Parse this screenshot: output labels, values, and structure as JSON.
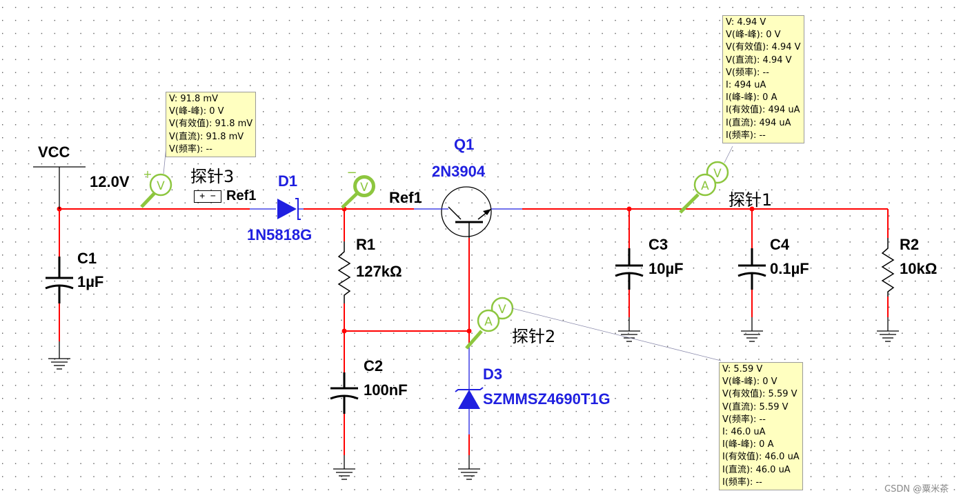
{
  "labels": {
    "vcc_name": "VCC",
    "vcc_value": "12.0V",
    "c1_name": "C1",
    "c1_value": "1µF",
    "probe3_name": "探针3",
    "probe3_ref": "Ref1",
    "d1_name": "D1",
    "d1_model": "1N5818G",
    "r1_name": "R1",
    "r1_value": "127kΩ",
    "ref1_label": "Ref1",
    "q1_name": "Q1",
    "q1_model": "2N3904",
    "c2_name": "C2",
    "c2_value": "100nF",
    "d3_name": "D3",
    "d3_model": "SZMMSZ4690T1G",
    "probe2_name": "探针2",
    "c3_name": "C3",
    "c3_value": "10µF",
    "c4_name": "C4",
    "c4_value": "0.1µF",
    "probe1_name": "探针1",
    "r2_name": "R2",
    "r2_value": "10kΩ",
    "watermark": "CSDN @粟米茶"
  },
  "probes": {
    "probe3": {
      "lines": [
        "V: 91.8 mV",
        "V(峰-峰): 0 V",
        "V(有效值): 91.8 mV",
        "V(直流): 91.8 mV",
        "V(频率): --"
      ]
    },
    "probe1": {
      "lines": [
        "V: 4.94 V",
        "V(峰-峰): 0 V",
        "V(有效值): 4.94 V",
        "V(直流): 4.94 V",
        "V(频率): --",
        "I: 494 uA",
        "I(峰-峰): 0 A",
        "I(有效值): 494 uA",
        "I(直流): 494 uA",
        "I(频率): --"
      ]
    },
    "probe2": {
      "lines": [
        "V: 5.59 V",
        "V(峰-峰): 0 V",
        "V(有效值): 5.59 V",
        "V(直流): 5.59 V",
        "V(频率): --",
        "I: 46.0 uA",
        "I(峰-峰): 0 A",
        "I(有效值): 46.0 uA",
        "I(直流): 46.0 uA",
        "I(频率): --"
      ]
    }
  },
  "icons": {
    "voltmeter_glyph": "V",
    "ammeter_glyph": "A",
    "plus_sign": "+",
    "minus_sign": "−",
    "ref_symbol": "+ −"
  },
  "colors": {
    "wire": "#ff0000",
    "component": "#000000",
    "diode_fill": "#1f1fe0",
    "label_blue": "#1f1fe0",
    "probe_green": "#8dc63f",
    "tooltip_bg": "#ffffc0",
    "grid_dot": "#555555"
  }
}
